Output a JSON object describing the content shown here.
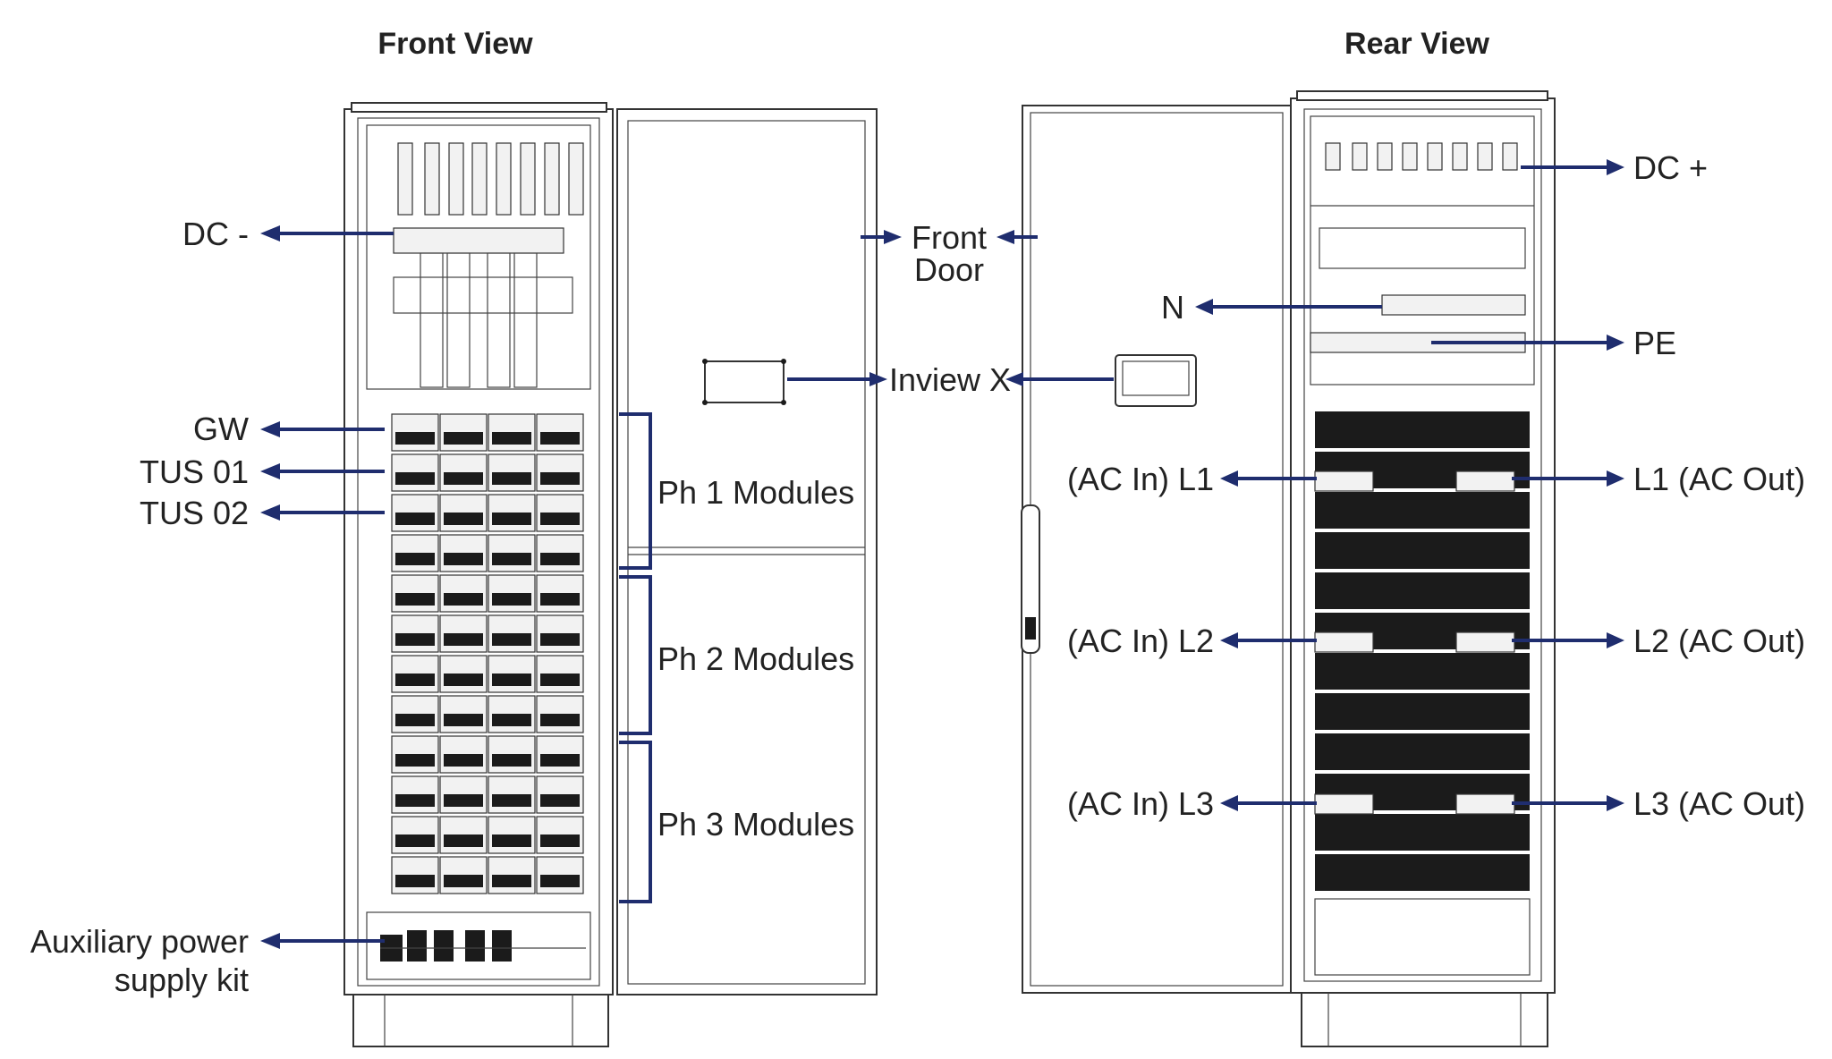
{
  "front": {
    "title": "Front View",
    "labels": {
      "dc_minus": "DC -",
      "gw": "GW",
      "tus01": "TUS 01",
      "tus02": "TUS 02",
      "aux_line1": "Auxiliary power",
      "aux_line2": "supply kit",
      "front_door_line1": "Front",
      "front_door_line2": "Door",
      "inview": "Inview X",
      "ph1": "Ph 1 Modules",
      "ph2": "Ph 2 Modules",
      "ph3": "Ph 3 Modules"
    }
  },
  "rear": {
    "title": "Rear View",
    "labels": {
      "dc_plus": "DC +",
      "n": "N",
      "pe": "PE",
      "ac_in_l1": "(AC In) L1",
      "ac_in_l2": "(AC In) L2",
      "ac_in_l3": "(AC In) L3",
      "l1_out": "L1 (AC Out)",
      "l2_out": "L2 (AC Out)",
      "l3_out": "L3 (AC Out)"
    }
  },
  "colors": {
    "arrow": "#1f2d6e",
    "line_art": "#333333"
  }
}
